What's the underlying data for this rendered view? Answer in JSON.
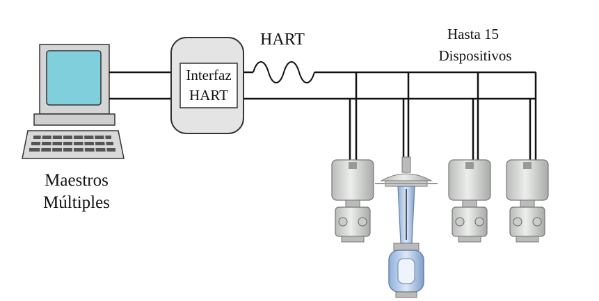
{
  "labels": {
    "computer": [
      "Maestros",
      "Múltiples"
    ],
    "interface": [
      "Interfaz",
      "HART"
    ],
    "signal": "HART",
    "devices": [
      "Hasta 15",
      "Dispositivos"
    ]
  },
  "colors": {
    "line": "#111111",
    "panel_bg": "#e6e6e6",
    "screen": "#7fd0dc",
    "monitor_body": "#d8d8d8",
    "device_body": "#d3d6d3",
    "valve_blue": "#aac4e6"
  },
  "icons": {
    "computer": "desktop-computer-icon",
    "interface": "hart-interface-box",
    "transmitter": "pressure-transmitter-icon",
    "valve": "control-valve-icon"
  }
}
